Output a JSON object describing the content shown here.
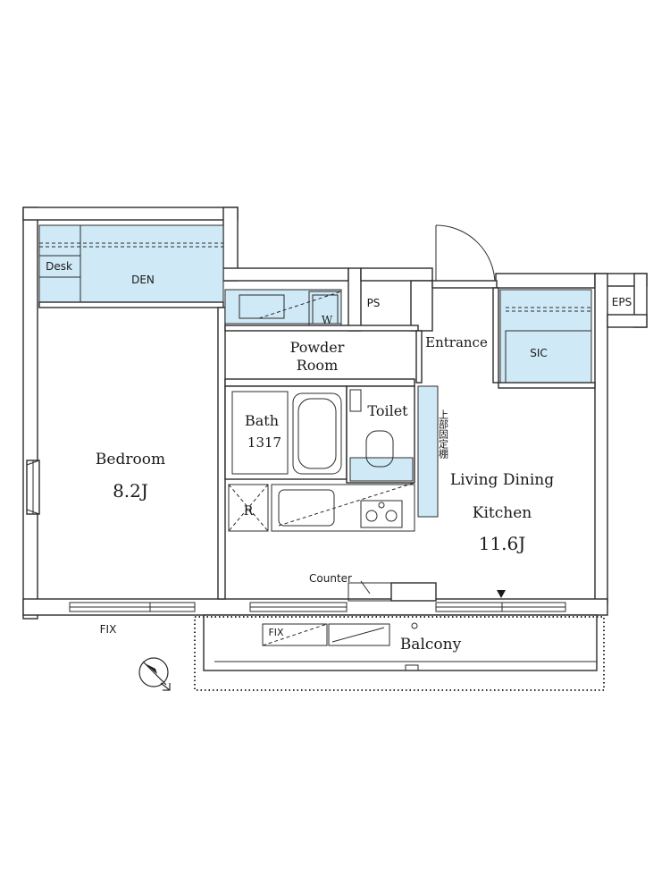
{
  "colors": {
    "storage_fill": "#cfe9f6",
    "line": "#2b2b2b"
  },
  "rooms": {
    "desk": "Desk",
    "den": "DEN",
    "bedroom": "Bedroom",
    "bedroom_size": "8.2J",
    "powder_room_line1": "Powder",
    "powder_room_line2": "Room",
    "washer": "W",
    "ps": "PS",
    "entrance": "Entrance",
    "sic": "SIC",
    "eps": "EPS",
    "bath_line1": "Bath",
    "bath_line2": "1317",
    "toilet": "Toilet",
    "refrigerator": "R",
    "ldk_line1": "Living Dining",
    "ldk_line2": "Kitchen",
    "ldk_size": "11.6J",
    "shelf_note": "上部固定棚",
    "counter": "Counter",
    "fix_left": "FIX",
    "fix_balcony": "FIX",
    "balcony": "Balcony"
  },
  "icons": {
    "compass": "north-arrow-icon"
  }
}
